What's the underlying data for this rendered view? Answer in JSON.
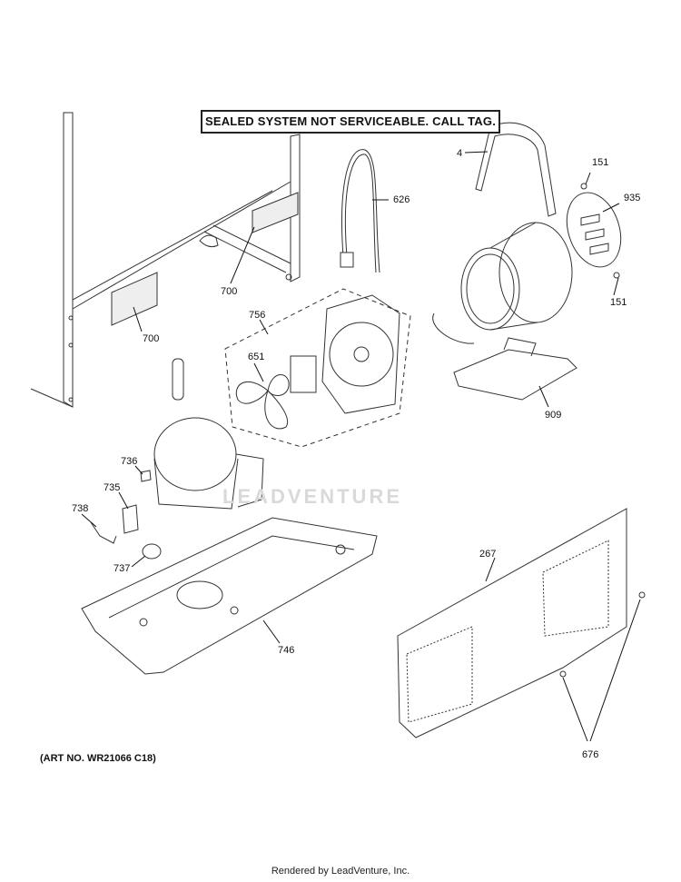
{
  "banner": "SEALED SYSTEM NOT SERVICEABLE. CALL TAG.",
  "art_number": "(ART NO. WR21066 C18)",
  "footer": "Rendered by LeadVenture, Inc.",
  "watermark": "LEADVENTURE",
  "callouts": {
    "c4": "4",
    "c151a": "151",
    "c935": "935",
    "c151b": "151",
    "c626": "626",
    "c700a": "700",
    "c700b": "700",
    "c756": "756",
    "c651": "651",
    "c909": "909",
    "c736": "736",
    "c735": "735",
    "c738": "738",
    "c737": "737",
    "c267": "267",
    "c746": "746",
    "c676": "676"
  }
}
